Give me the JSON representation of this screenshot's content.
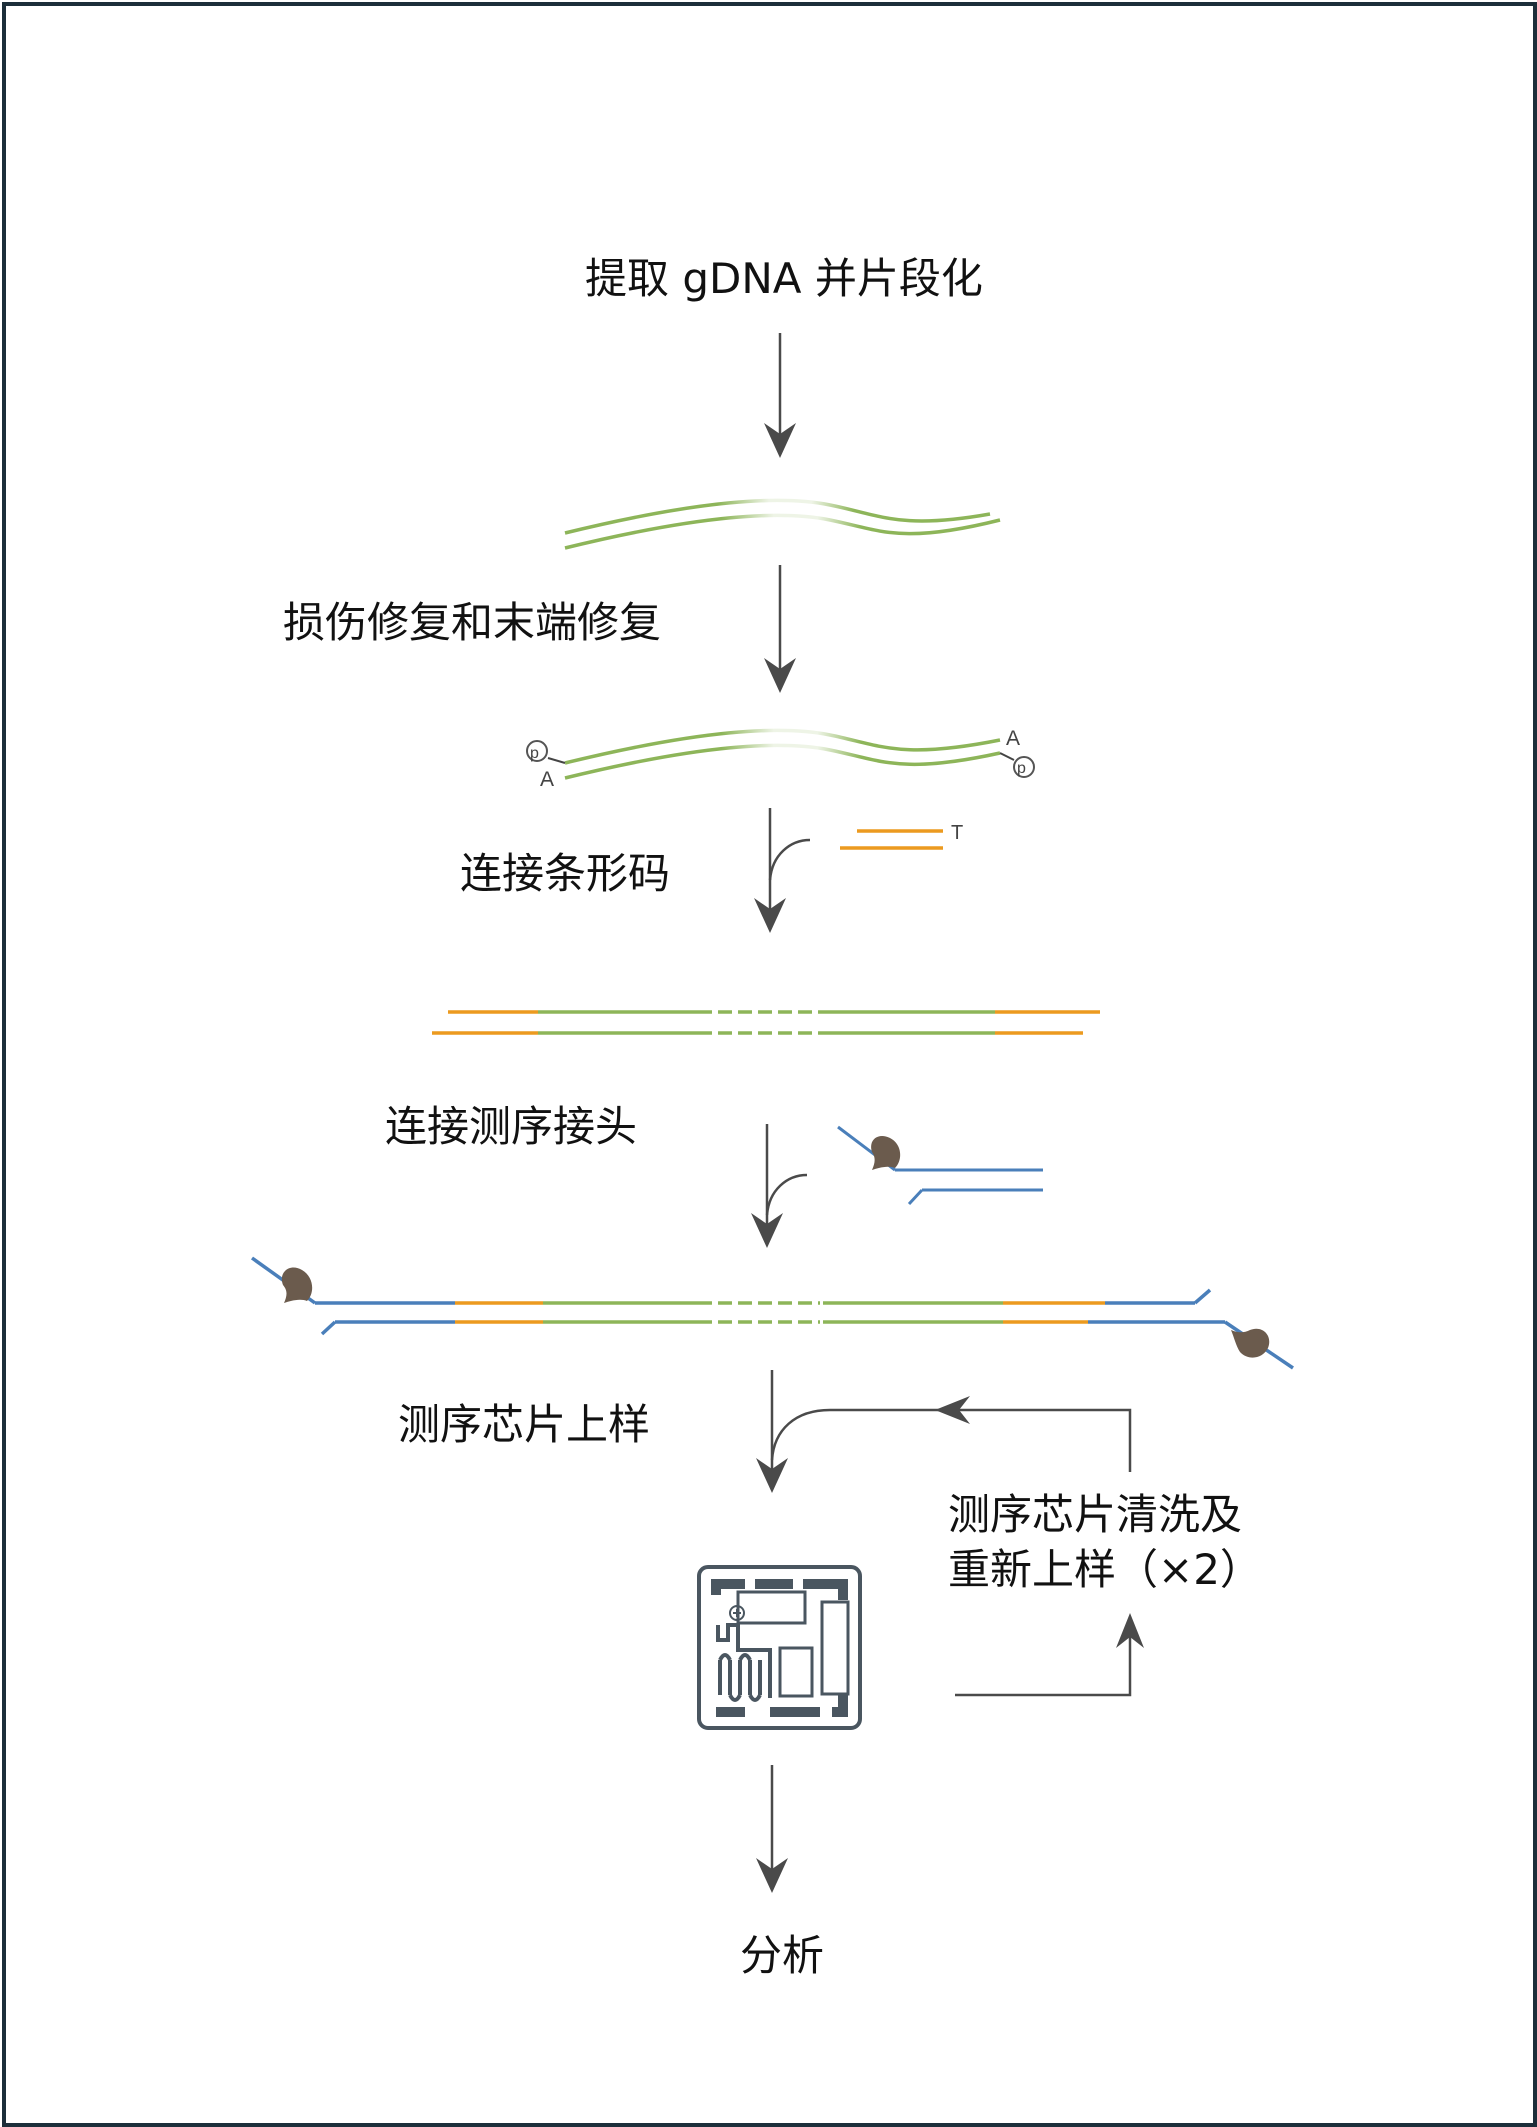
{
  "steps": {
    "extract": "提取 gDNA 并片段化",
    "repair": "损伤修复和末端修复",
    "barcode": "连接条形码",
    "adapter": "连接测序接头",
    "load": "测序芯片上样",
    "wash_line1": "测序芯片清洗及",
    "wash_line2": "重新上样（×2）",
    "analysis": "分析"
  },
  "strand_labels": {
    "a_base": "A",
    "phosphate": "p",
    "t_base": "T"
  },
  "colors": {
    "dna": "#8db559",
    "barcode": "#ec9a1f",
    "adapter": "#4a7fba",
    "motor": "#6b5b4d",
    "arrow": "#4a4a4a",
    "chip": "#4a5660",
    "frame": "#1c2e3a"
  },
  "icons": [
    "down-arrow-icon",
    "merge-arrow-icon",
    "loop-arrow-icon",
    "motor-protein-icon",
    "flow-cell-chip-icon"
  ]
}
